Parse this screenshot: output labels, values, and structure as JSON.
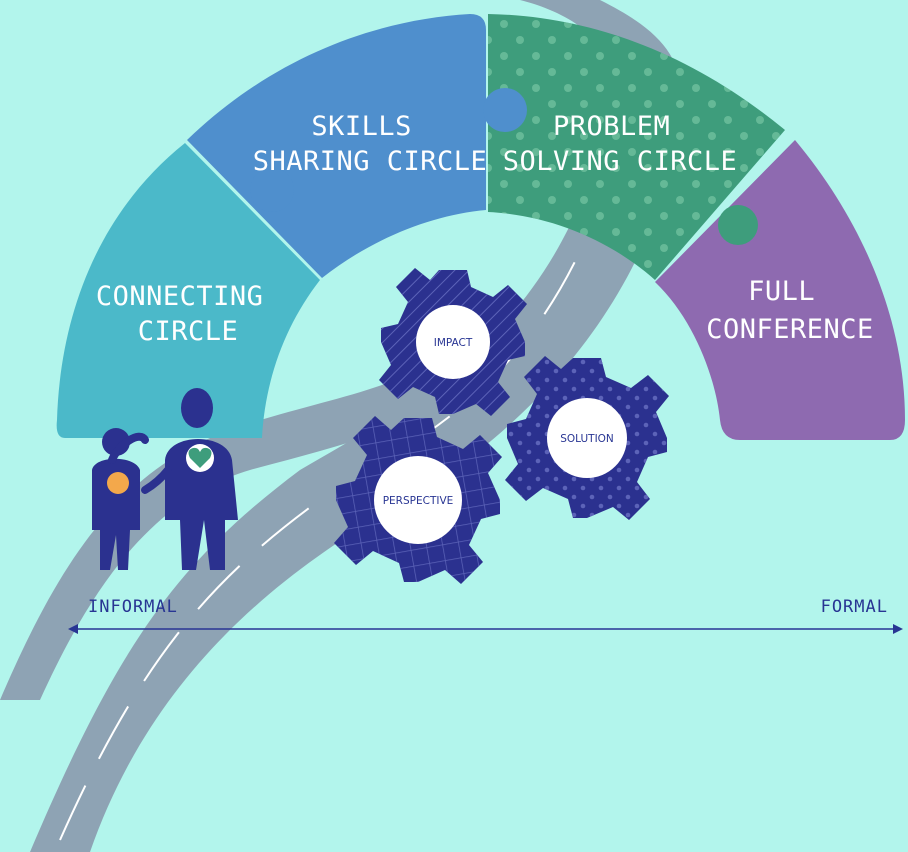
{
  "segments": [
    {
      "lines": [
        "CONNECTING",
        "CIRCLE"
      ],
      "color": "#4bb9c9"
    },
    {
      "lines": [
        "SKILLS",
        "SHARING CIRCLE"
      ],
      "color": "#4f8fcd"
    },
    {
      "lines": [
        "PROBLEM",
        "SOLVING CIRCLE"
      ],
      "color": "#3e9d7c"
    },
    {
      "lines": [
        "FULL",
        "CONFERENCE"
      ],
      "color": "#8e6ab0"
    }
  ],
  "gears": [
    {
      "label": "IMPACT",
      "color": "#2b318f"
    },
    {
      "label": "SOLUTION",
      "color": "#2b318f"
    },
    {
      "label": "PERSPECTIVE",
      "color": "#2b318f"
    }
  ],
  "axis": {
    "left": "INFORMAL",
    "right": "FORMAL",
    "color": "#283593"
  },
  "road_color": "#8ea3b4",
  "background": "#b2f5ec"
}
